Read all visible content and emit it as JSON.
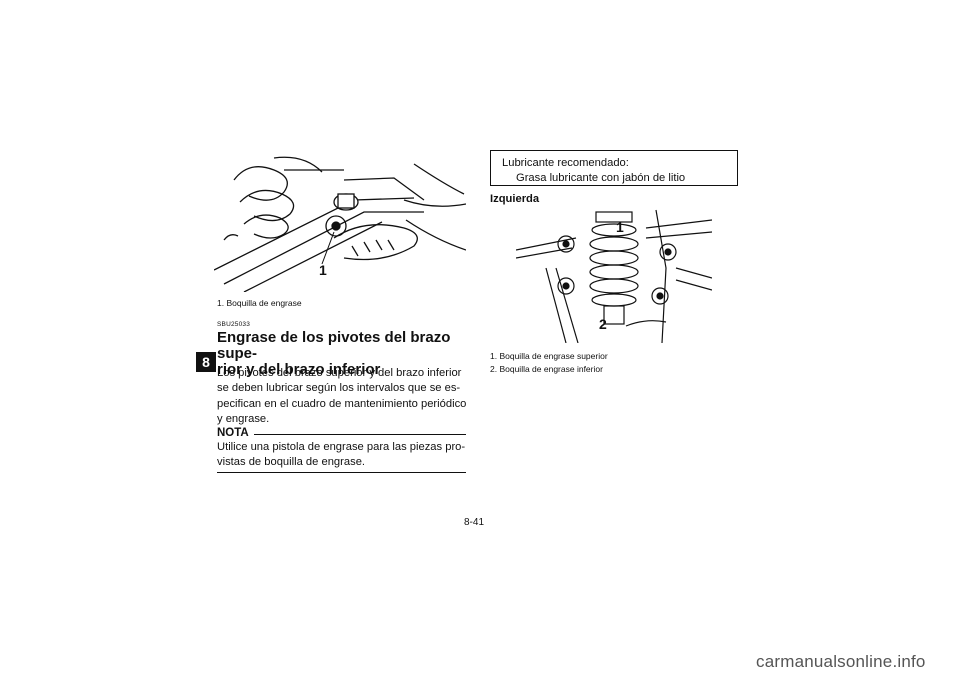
{
  "chapter_tab": "8",
  "figure1": {
    "callout": "1",
    "caption": "1. Boquilla de engrase"
  },
  "section": {
    "code": "SBU25033",
    "heading_line1": "Engrase de los pivotes del brazo supe-",
    "heading_line2": "rior y del brazo inferior",
    "body_lines": [
      "Los pivotes del brazo superior y del brazo inferior",
      "se deben lubricar según los intervalos que se es-",
      "pecifican en el cuadro de mantenimiento periódico",
      "y engrase."
    ]
  },
  "nota": {
    "label": "NOTA",
    "lines": [
      "Utilice una pistola de engrase para las piezas pro-",
      "vistas de boquilla de engrase."
    ]
  },
  "lubricant_box": {
    "line1": "Lubricante recomendado:",
    "line2": "Grasa lubricante con jabón de litio"
  },
  "subhead": "Izquierda",
  "figure2": {
    "callout_1": "1",
    "callout_2": "2",
    "captions": [
      "1. Boquilla de engrase superior",
      "2. Boquilla de engrase inferior"
    ]
  },
  "page_number": "8-41",
  "watermark": "carmanualsonline.info"
}
